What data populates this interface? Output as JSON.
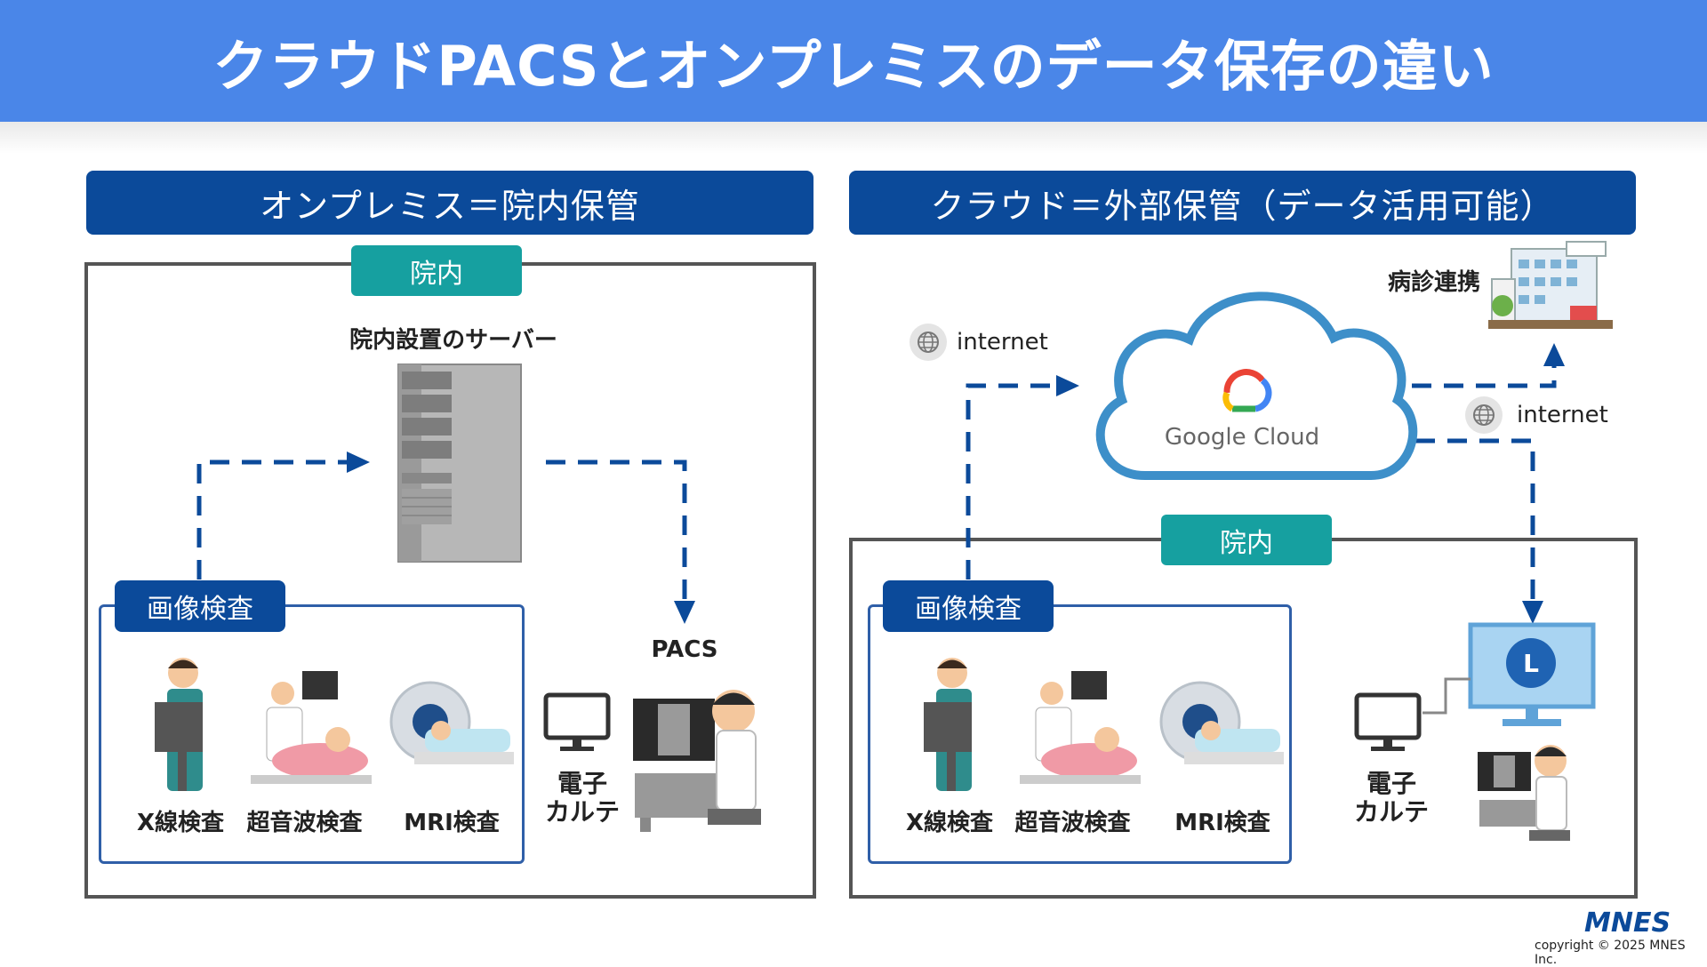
{
  "title": "クラウドPACSとオンプレミスのデータ保存の違い",
  "left": {
    "header": "オンプレミス＝院内保管",
    "tab": "院内",
    "server_label": "院内設置のサーバー",
    "exam_tab": "画像検査",
    "exams": [
      "X線検査",
      "超音波検査",
      "MRI検査"
    ],
    "pacs_label": "PACS",
    "emr_line1": "電子",
    "emr_line2": "カルテ"
  },
  "right": {
    "header": "クラウド＝外部保管（データ活用可能）",
    "tab": "院内",
    "collab_label": "病診連携",
    "internet_1": "internet",
    "internet_2": "internet",
    "cloud_label": "Google Cloud",
    "exam_tab": "画像検査",
    "exams": [
      "X線検査",
      "超音波検査",
      "MRI検査"
    ],
    "emr_line1": "電子",
    "emr_line2": "カルテ"
  },
  "brand": "MNES",
  "copyright": "copyright © 2025 MNES Inc.",
  "colors": {
    "title_bg": "#4a86e8",
    "header_bg": "#0b4a9a",
    "teal": "#16a0a0",
    "arrow": "#0b4a9a"
  }
}
